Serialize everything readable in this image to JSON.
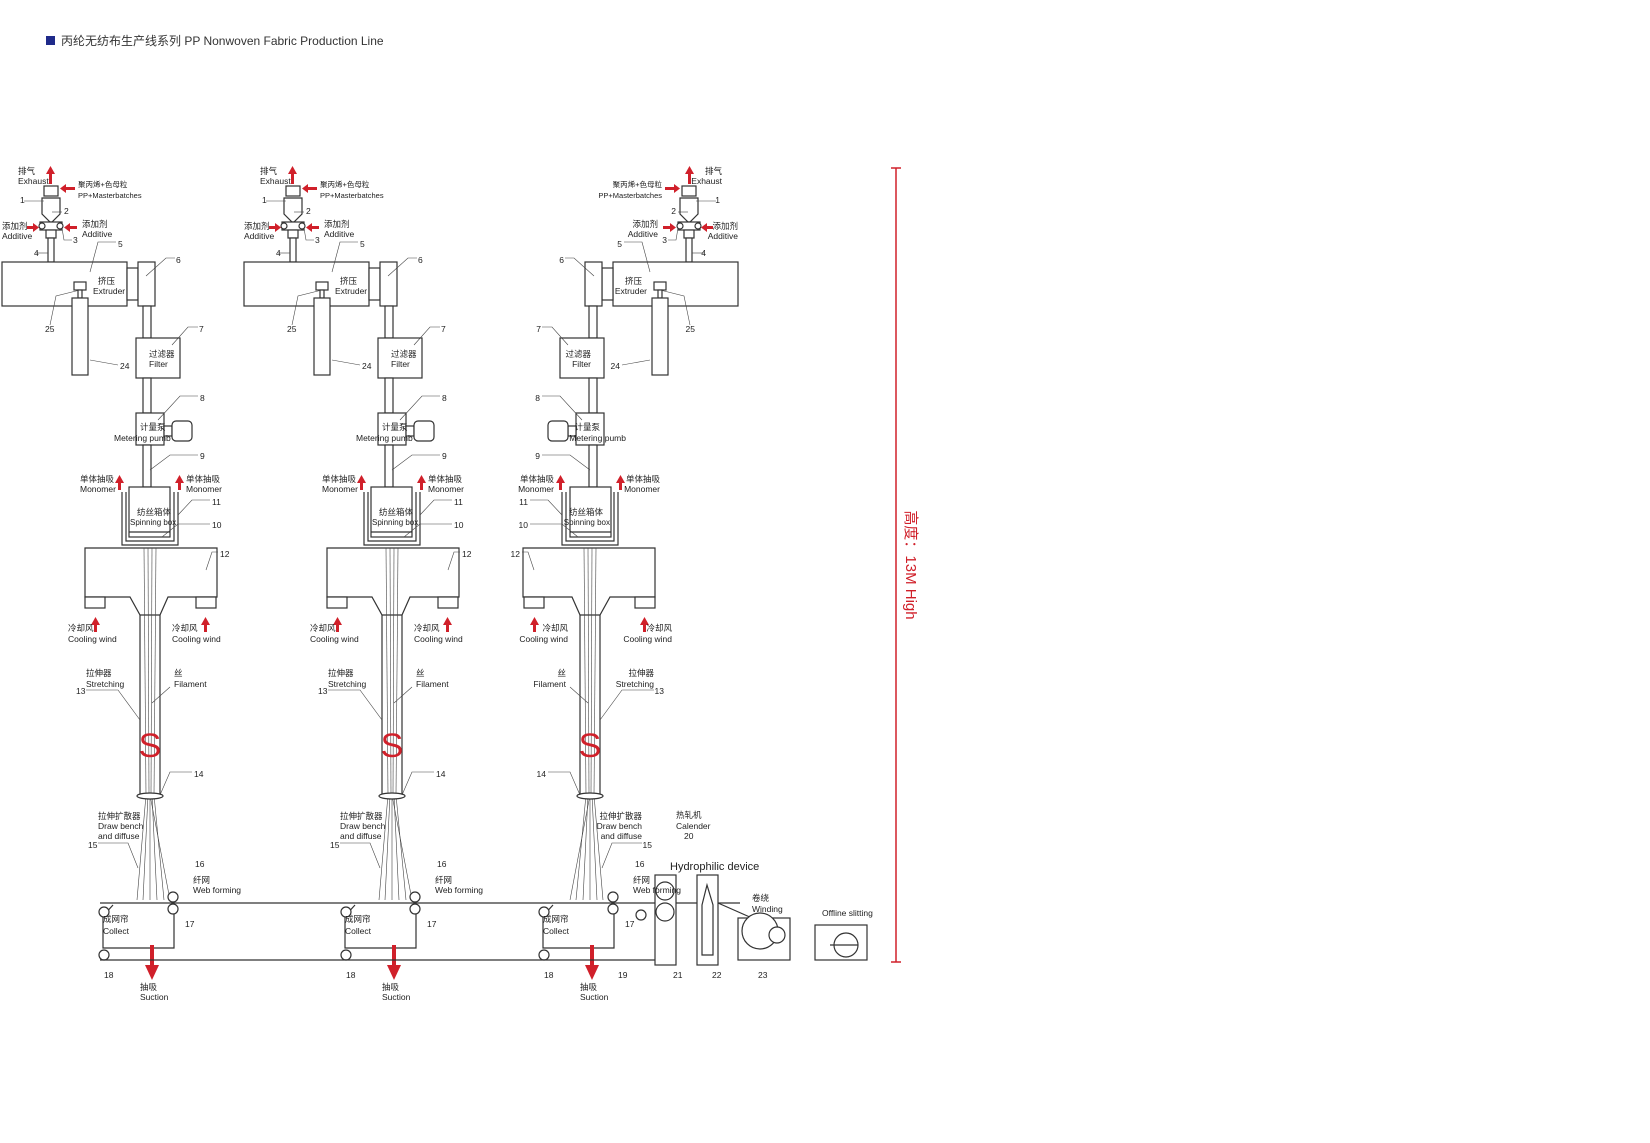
{
  "header": {
    "title": "丙纶无纺布生产线系列 PP Nonwoven Fabric Production Line",
    "marker_color": "#1f2a8a"
  },
  "colors": {
    "accent": "#d0202a",
    "line": "#333333"
  },
  "unit_labels": {
    "exhaust_cn": "排气",
    "exhaust_en": "Exhaust",
    "material_cn": "聚丙烯+色母粒",
    "material_en": "PP+Masterbatches",
    "additive_cn": "添加剂",
    "additive_en": "Additive",
    "extruder_cn": "挤压",
    "extruder_en": "Extruder",
    "filter_cn": "过滤器",
    "filter_en": "Filter",
    "pump_cn": "计量泵",
    "pump_en": "Metering pumb",
    "monomer_cn": "单体抽吸",
    "monomer_en": "Monomer",
    "spin_cn": "纺丝箱体",
    "spin_en": "Spinning box",
    "cooling_cn": "冷却风",
    "cooling_en": "Cooling wind",
    "stretch_cn": "拉伸器",
    "stretch_en": "Stretching",
    "filament_cn": "丝",
    "filament_en": "Filament",
    "s_mark": "S",
    "draw_cn": "拉伸扩散器",
    "draw_en1": "Draw bench",
    "draw_en2": "and diffuse",
    "web_cn": "纤网",
    "web_en": "Web forming",
    "collect_cn": "成网帘",
    "collect_en": "Collect",
    "suction_cn": "抽吸",
    "suction_en": "Suction",
    "numbers": {
      "n1": "1",
      "n2": "2",
      "n3": "3",
      "n4": "4",
      "n5": "5",
      "n6": "6",
      "n7": "7",
      "n8": "8",
      "n9": "9",
      "n10": "10",
      "n11": "11",
      "n12": "12",
      "n13": "13",
      "n14": "14",
      "n15": "15",
      "n16": "16",
      "n17": "17",
      "n18": "18",
      "n24": "24",
      "n25": "25"
    }
  },
  "downstream": {
    "calender_cn": "热轧机",
    "calender_en": "Calender",
    "n20": "20",
    "hydrophilic": "Hydrophilic device",
    "winding_cn": "卷绕",
    "winding_en": "Winding",
    "offline": "Offline slitting",
    "n19": "19",
    "n21": "21",
    "n22": "22",
    "n23": "23"
  },
  "height_label": "高度：13M High"
}
